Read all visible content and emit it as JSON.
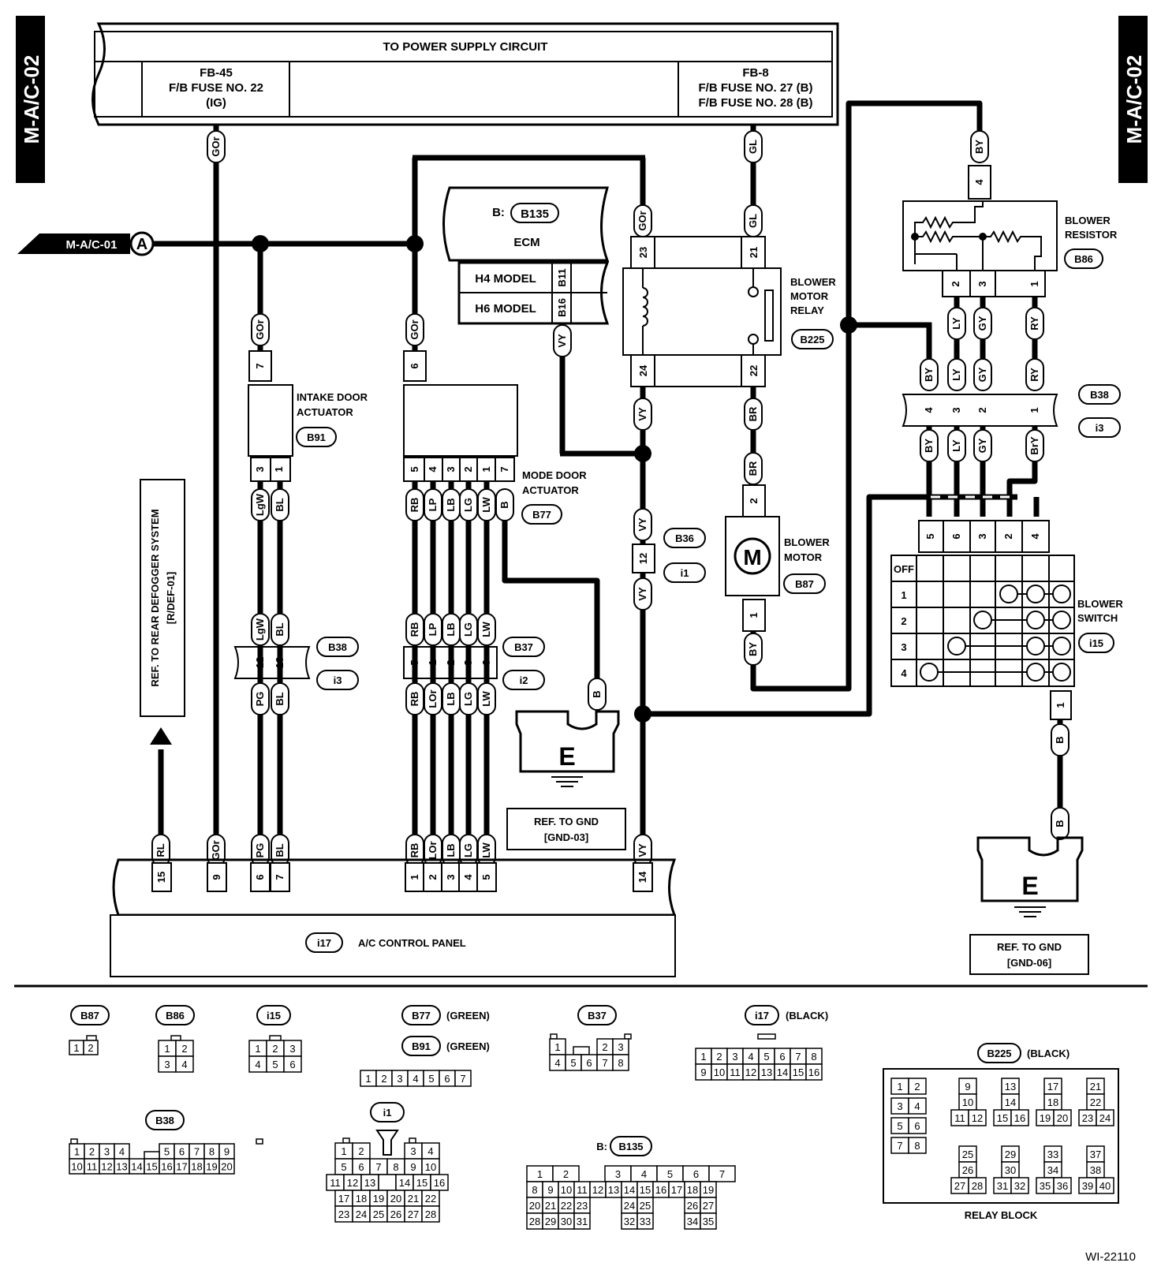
{
  "side_tags": {
    "left": "M-A/C-02",
    "right": "M-A/C-02"
  },
  "power_supply": {
    "title": "TO POWER SUPPLY CIRCUIT",
    "left_fuse": [
      "FB-45",
      "F/B FUSE NO. 22",
      "(IG)"
    ],
    "right_fuse": [
      "FB-8",
      "F/B FUSE NO. 27 (B)",
      "F/B FUSE NO. 28 (B)"
    ]
  },
  "ref_input": {
    "label": "M-A/C-01",
    "letter": "A"
  },
  "ecm": {
    "prefix": "B:",
    "code": "B135",
    "name": "ECM",
    "h4": "H4 MODEL",
    "h6": "H6 MODEL",
    "h4_pin": "B11",
    "h6_pin": "B16"
  },
  "intake_door": {
    "name_lines": [
      "INTAKE DOOR",
      "ACTUATOR"
    ],
    "code": "B91",
    "pin_top": "7",
    "pins_bottom": [
      "3",
      "1"
    ]
  },
  "mode_door": {
    "name_lines": [
      "MODE DOOR",
      "ACTUATOR"
    ],
    "code": "B77",
    "pin_top": "6",
    "pins_bottom": [
      "5",
      "4",
      "3",
      "2",
      "1",
      "7"
    ]
  },
  "relay": {
    "name_lines": [
      "BLOWER",
      "MOTOR",
      "RELAY"
    ],
    "code": "B225",
    "pins_top": [
      "23",
      "21"
    ],
    "pins_bottom": [
      "24",
      "22"
    ]
  },
  "blower_resistor": {
    "name_lines": [
      "BLOWER",
      "RESISTOR"
    ],
    "code": "B86",
    "pin_top": "4",
    "pins_bottom": [
      "2",
      "3",
      "1"
    ]
  },
  "blower_motor": {
    "name_lines": [
      "BLOWER",
      "MOTOR"
    ],
    "code": "B87",
    "symbol": "M",
    "pin_top": "2",
    "pin_bottom": "1"
  },
  "blower_switch": {
    "name_lines": [
      "BLOWER",
      "SWITCH"
    ],
    "code": "i15",
    "pins_top": [
      "5",
      "6",
      "3",
      "2",
      "4"
    ],
    "rows": [
      "OFF",
      "1",
      "2",
      "3",
      "4"
    ],
    "pin_bottom": "1"
  },
  "joints": {
    "b38_i3_right": {
      "codes": [
        "B38",
        "i3"
      ],
      "pins": [
        "4",
        "3",
        "2",
        "1"
      ]
    },
    "b38_i3_left": {
      "codes": [
        "B38",
        "i3"
      ],
      "pins": [
        "12",
        "13"
      ]
    },
    "b37_i2": {
      "codes": [
        "B37",
        "i2"
      ],
      "pins": [
        "5",
        "1",
        "2",
        "3",
        "6"
      ]
    },
    "b36_i1": {
      "codes": [
        "B36",
        "i1"
      ],
      "pin": "12"
    }
  },
  "wires": {
    "gor": "GOr",
    "gl": "GL",
    "by": "BY",
    "ly": "LY",
    "gy": "GY",
    "ry": "RY",
    "bry": "BrY",
    "vy": "VY",
    "br": "BR",
    "lgw": "LgW",
    "bl": "BL",
    "pg": "PG",
    "rb": "RB",
    "lp": "LP",
    "lb": "LB",
    "lg": "LG",
    "lw": "LW",
    "b": "B",
    "lor": "LOr",
    "rl": "RL"
  },
  "ground_left": {
    "letter": "E",
    "ref": [
      "REF. TO GND",
      "[GND-03]"
    ]
  },
  "ground_right": {
    "letter": "E",
    "ref": [
      "REF. TO GND",
      "[GND-06]"
    ]
  },
  "rear_defogger_ref": [
    "REF. TO REAR DEFOGGER SYSTEM",
    "[R/DEF-01]"
  ],
  "control_panel": {
    "code": "i17",
    "name": "A/C CONTROL PANEL",
    "pins": [
      "15",
      "9",
      "6",
      "7",
      "1",
      "2",
      "3",
      "4",
      "5",
      "14"
    ]
  },
  "connectors": {
    "b87": {
      "code": "B87"
    },
    "b86": {
      "code": "B86"
    },
    "i15": {
      "code": "i15"
    },
    "b77": {
      "code": "B77",
      "color": "(GREEN)"
    },
    "b91": {
      "code": "B91",
      "color": "(GREEN)"
    },
    "b37": {
      "code": "B37"
    },
    "i17": {
      "code": "i17",
      "color": "(BLACK)"
    },
    "b225": {
      "code": "B225",
      "color": "(BLACK)",
      "caption": "RELAY BLOCK"
    },
    "b38": {
      "code": "B38"
    },
    "i1": {
      "code": "i1"
    },
    "b135": {
      "prefix": "B:",
      "code": "B135"
    }
  },
  "figure_id": "WI-22110"
}
